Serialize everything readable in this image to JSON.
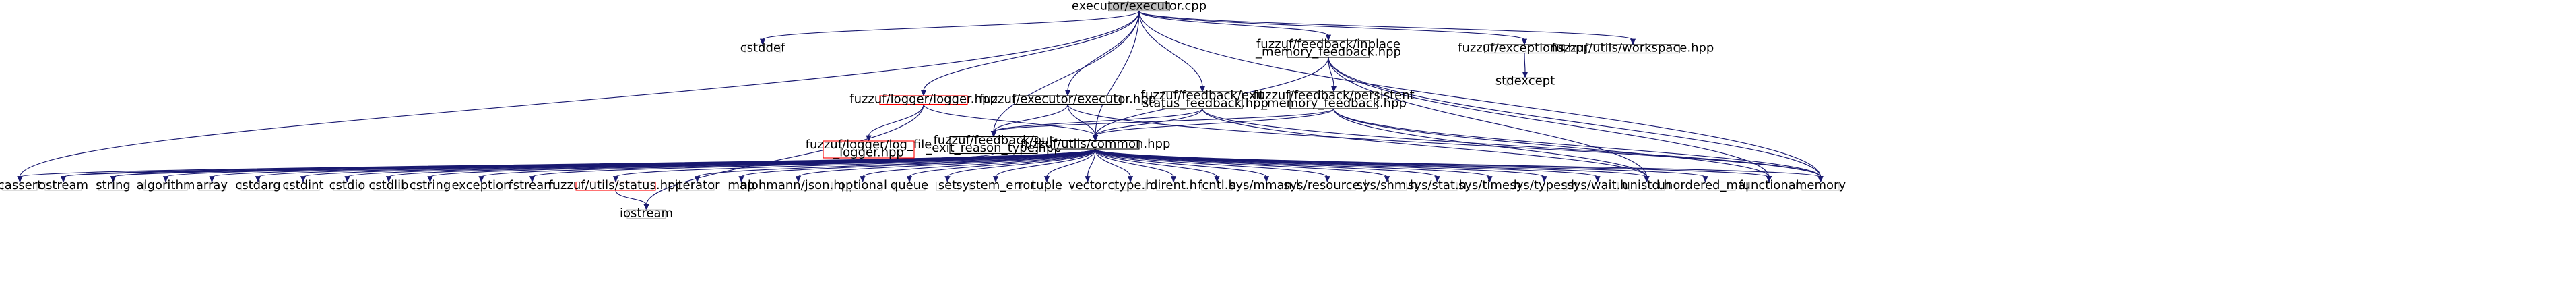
{
  "colors": {
    "edge": "#191970",
    "root_fill": "#bfbfbf",
    "red_border": "#ff0000",
    "gray_border": "#bfbfbf"
  },
  "nodes": [
    {
      "id": "root",
      "lines": [
        "executor/executor.cpp"
      ]
    },
    {
      "id": "cstddef",
      "lines": [
        "cstddef"
      ]
    },
    {
      "id": "logger",
      "lines": [
        "fuzzuf/logger/logger.hpp"
      ]
    },
    {
      "id": "executor_hpp",
      "lines": [
        "fuzzuf/executor/executor.hpp"
      ]
    },
    {
      "id": "exit_status",
      "lines": [
        "fuzzuf/feedback/exit",
        "_status_feedback.hpp"
      ]
    },
    {
      "id": "inplace",
      "lines": [
        "fuzzuf/feedback/inplace",
        "_memory_feedback.hpp"
      ]
    },
    {
      "id": "exceptions",
      "lines": [
        "fuzzuf/exceptions.hpp"
      ]
    },
    {
      "id": "workspace",
      "lines": [
        "fuzzuf/utils/workspace.hpp"
      ]
    },
    {
      "id": "stdexcept",
      "lines": [
        "stdexcept"
      ]
    },
    {
      "id": "persistent",
      "lines": [
        "fuzzuf/feedback/persistent",
        "_memory_feedback.hpp"
      ]
    },
    {
      "id": "log_file",
      "lines": [
        "fuzzuf/logger/log_file",
        "_logger.hpp"
      ]
    },
    {
      "id": "put_exit",
      "lines": [
        "fuzzuf/feedback/put",
        "_exit_reason_type.hpp"
      ]
    },
    {
      "id": "common",
      "lines": [
        "fuzzuf/utils/common.hpp"
      ]
    },
    {
      "id": "cassert",
      "lines": [
        "cassert"
      ]
    },
    {
      "id": "ostream",
      "lines": [
        "ostream"
      ]
    },
    {
      "id": "string",
      "lines": [
        "string"
      ]
    },
    {
      "id": "algorithm",
      "lines": [
        "algorithm"
      ]
    },
    {
      "id": "array",
      "lines": [
        "array"
      ]
    },
    {
      "id": "cstdarg",
      "lines": [
        "cstdarg"
      ]
    },
    {
      "id": "cstdint",
      "lines": [
        "cstdint"
      ]
    },
    {
      "id": "cstdio",
      "lines": [
        "cstdio"
      ]
    },
    {
      "id": "cstdlib",
      "lines": [
        "cstdlib"
      ]
    },
    {
      "id": "cstring",
      "lines": [
        "cstring"
      ]
    },
    {
      "id": "exception",
      "lines": [
        "exception"
      ]
    },
    {
      "id": "fstream",
      "lines": [
        "fstream"
      ]
    },
    {
      "id": "status",
      "lines": [
        "fuzzuf/utils/status.hpp"
      ]
    },
    {
      "id": "iterator",
      "lines": [
        "iterator"
      ]
    },
    {
      "id": "map",
      "lines": [
        "map"
      ]
    },
    {
      "id": "json",
      "lines": [
        "nlohmann/json.hpp"
      ]
    },
    {
      "id": "optional",
      "lines": [
        "optional"
      ]
    },
    {
      "id": "queue",
      "lines": [
        "queue"
      ]
    },
    {
      "id": "set",
      "lines": [
        "set"
      ]
    },
    {
      "id": "system_error",
      "lines": [
        "system_error"
      ]
    },
    {
      "id": "tuple",
      "lines": [
        "tuple"
      ]
    },
    {
      "id": "vector",
      "lines": [
        "vector"
      ]
    },
    {
      "id": "ctype",
      "lines": [
        "ctype.h"
      ]
    },
    {
      "id": "dirent",
      "lines": [
        "dirent.h"
      ]
    },
    {
      "id": "fcntl",
      "lines": [
        "fcntl.h"
      ]
    },
    {
      "id": "mman",
      "lines": [
        "sys/mman.h"
      ]
    },
    {
      "id": "resource",
      "lines": [
        "sys/resource.h"
      ]
    },
    {
      "id": "shm",
      "lines": [
        "sys/shm.h"
      ]
    },
    {
      "id": "stat",
      "lines": [
        "sys/stat.h"
      ]
    },
    {
      "id": "time",
      "lines": [
        "sys/time.h"
      ]
    },
    {
      "id": "types",
      "lines": [
        "sys/types.h"
      ]
    },
    {
      "id": "wait",
      "lines": [
        "sys/wait.h"
      ]
    },
    {
      "id": "unistd",
      "lines": [
        "unistd.h"
      ]
    },
    {
      "id": "unordered_map",
      "lines": [
        "unordered_map"
      ]
    },
    {
      "id": "functional",
      "lines": [
        "functional"
      ]
    },
    {
      "id": "memory",
      "lines": [
        "memory"
      ]
    },
    {
      "id": "iostream",
      "lines": [
        "iostream"
      ]
    }
  ]
}
